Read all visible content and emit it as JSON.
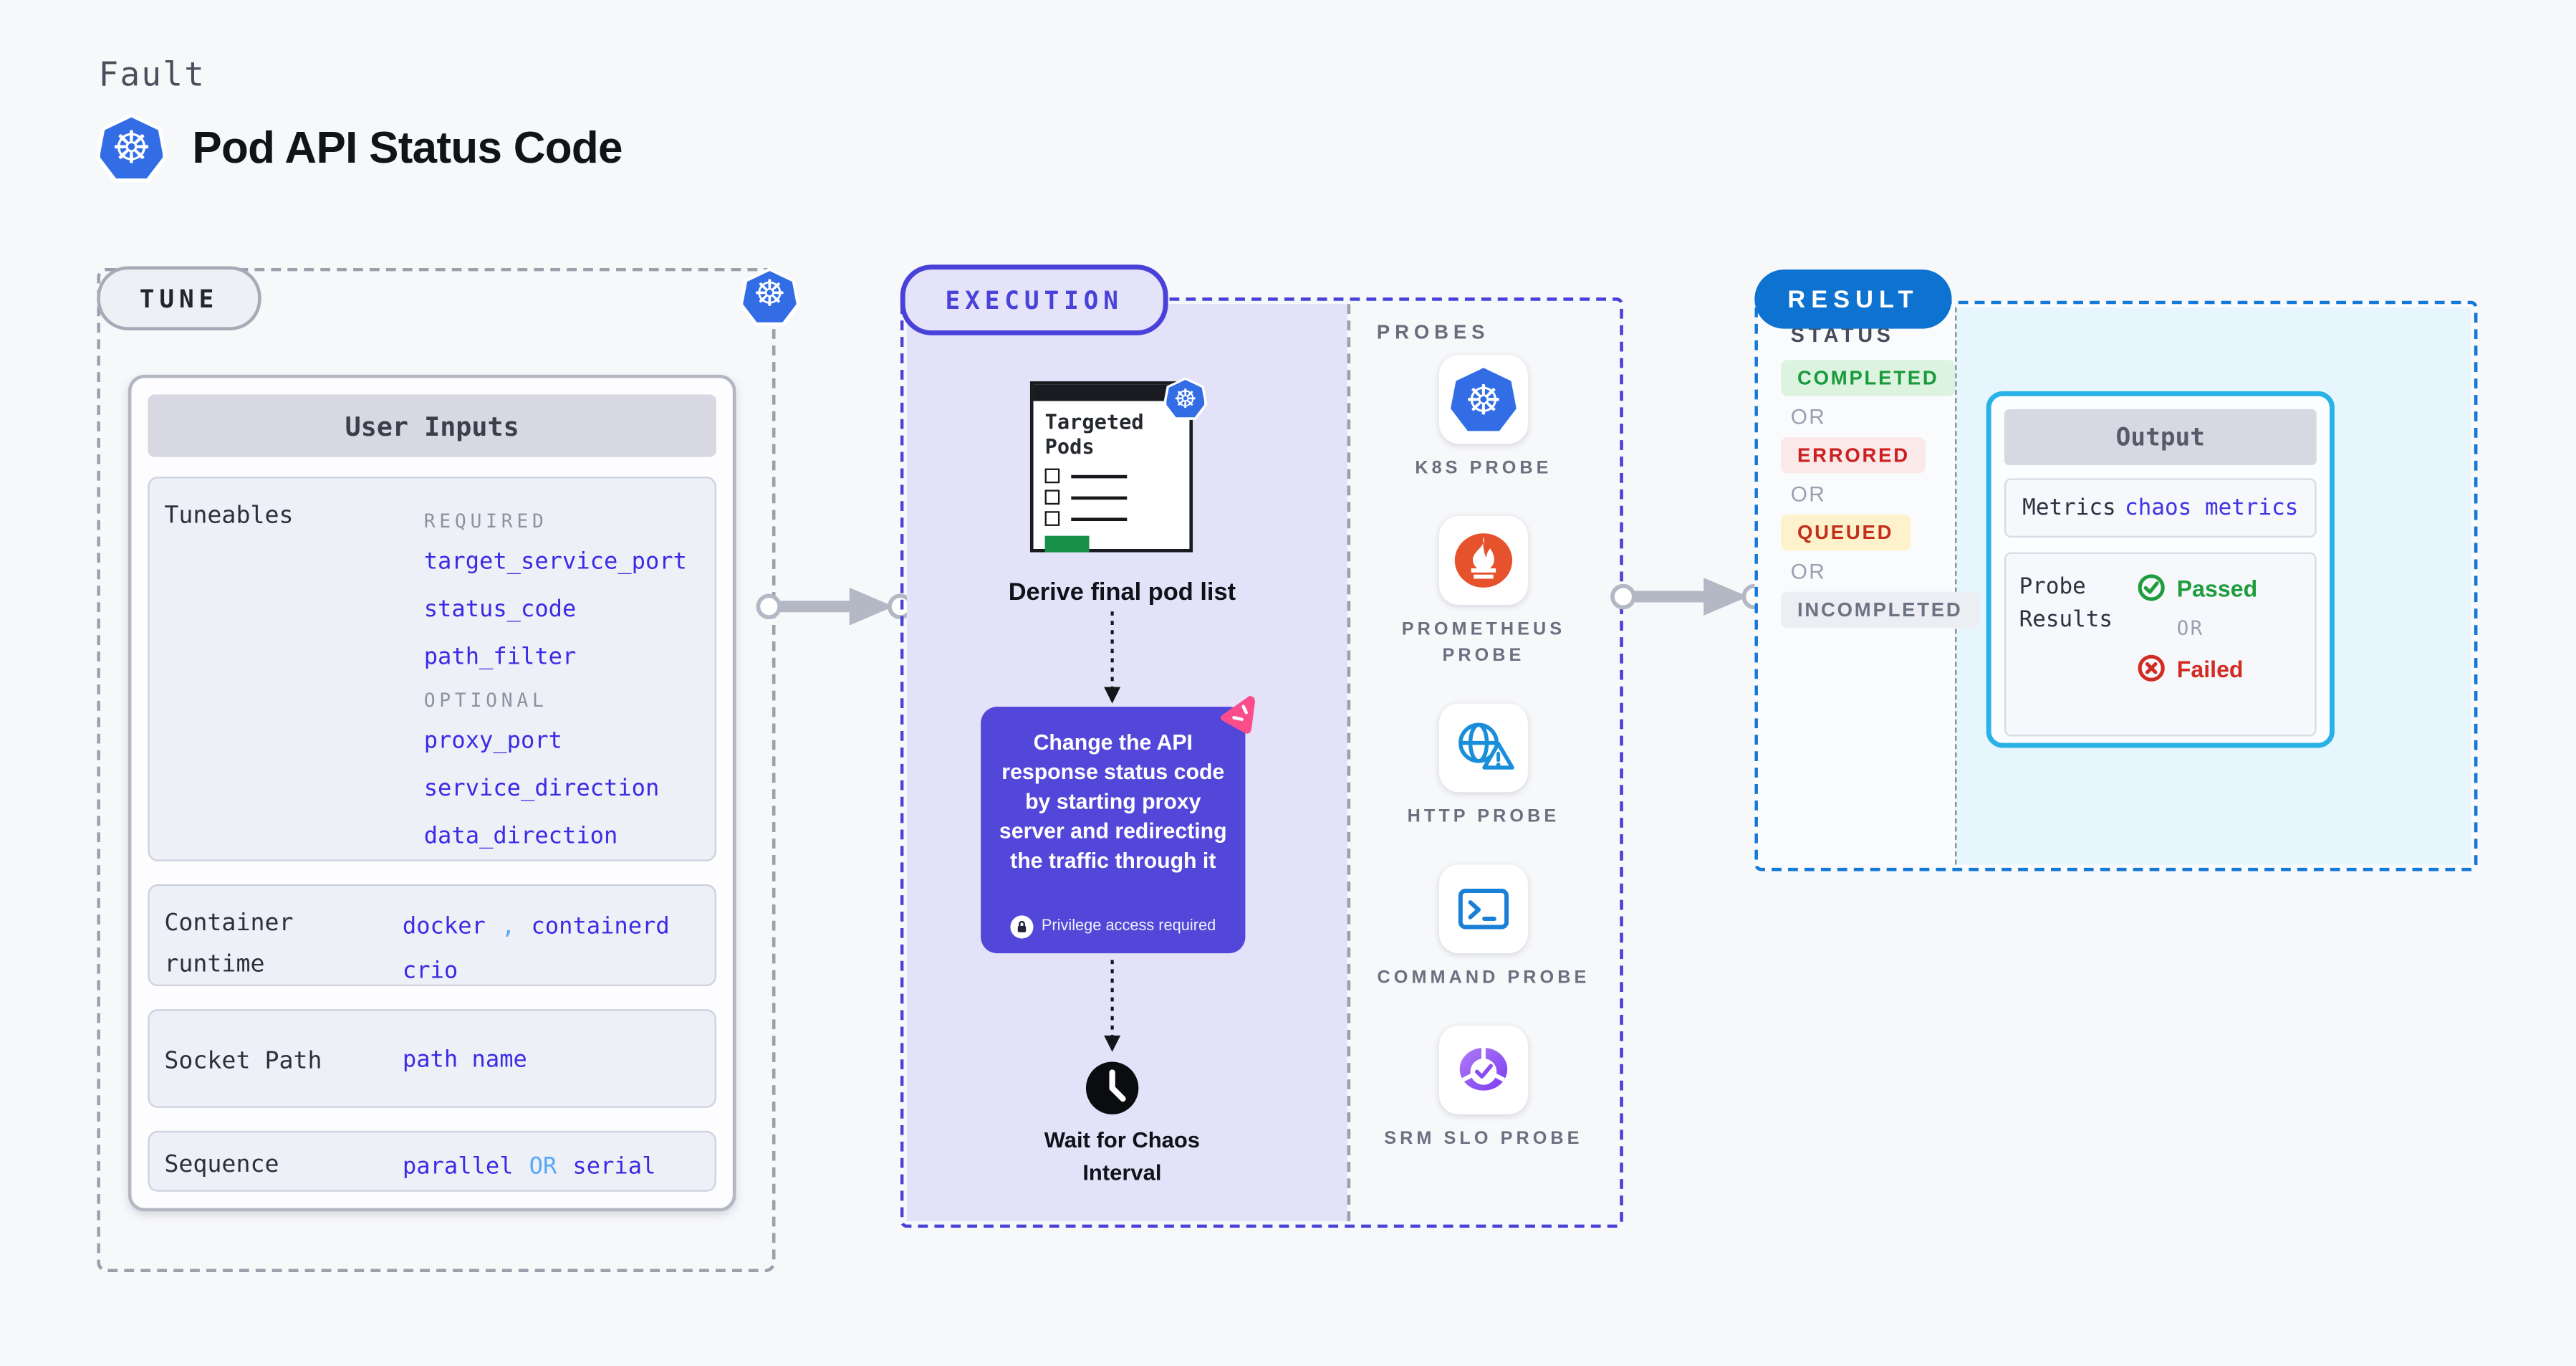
{
  "header": {
    "eyebrow": "Fault",
    "title": "Pod API Status Code"
  },
  "icons": {
    "kubernetes_glyph": "☸"
  },
  "colors": {
    "page_bg": "#f7f8fa",
    "indigo_accent": "#4a42d8",
    "note_bg": "#5247d9",
    "result_blue": "#0d72d0",
    "result_dash": "#1478d9",
    "output_border": "#29b2e8",
    "value_blue": "#3a2be4",
    "light_blue": "#57a9f7",
    "k8s_blue": "#326de6",
    "green": "#1f9c3d",
    "red": "#d22b22",
    "badge_green": "#dcf3e0",
    "badge_red": "#fbe9e9",
    "badge_yellow": "#fdf2cc",
    "badge_gray": "#eceef4",
    "arrow_gray": "#b4b8c5",
    "pink": "#fb4d8c",
    "pod_green": "#189148"
  },
  "tune": {
    "label": "TUNE",
    "card_header": "User Inputs",
    "tuneables": {
      "label": "Tuneables",
      "required_label": "REQUIRED",
      "required": [
        "target_service_port",
        "status_code",
        "path_filter"
      ],
      "optional_label": "OPTIONAL",
      "optional": [
        "proxy_port",
        "service_direction",
        "data_direction"
      ]
    },
    "container_runtime": {
      "label": "Container runtime",
      "value_a": "docker",
      "separator": ",",
      "value_b": "containerd",
      "value_c": "crio"
    },
    "socket_path": {
      "label": "Socket Path",
      "value": "path name"
    },
    "sequence": {
      "label": "Sequence",
      "value_a": "parallel",
      "or": "OR",
      "value_b": "serial"
    }
  },
  "execution": {
    "label": "EXECUTION",
    "targeted_pods_title": "Targeted Pods",
    "derive_label": "Derive final pod list",
    "note_text": "Change the API response status code by starting proxy server and redirecting the traffic through it",
    "privilege_label": "Privilege access required",
    "wait_label": "Wait for Chaos Interval"
  },
  "probes": {
    "label": "PROBES",
    "items": [
      {
        "name": "K8S PROBE",
        "icon": "kubernetes-icon"
      },
      {
        "name": "PROMETHEUS PROBE",
        "icon": "prometheus-icon"
      },
      {
        "name": "HTTP PROBE",
        "icon": "http-globe-warning-icon"
      },
      {
        "name": "COMMAND PROBE",
        "icon": "terminal-icon"
      },
      {
        "name": "SRM SLO PROBE",
        "icon": "slo-pie-check-icon"
      }
    ]
  },
  "result": {
    "label": "RESULT",
    "status_label": "STATUS",
    "or": "OR",
    "badges": [
      {
        "label": "COMPLETED"
      },
      {
        "label": "ERRORED"
      },
      {
        "label": "QUEUED"
      },
      {
        "label": "INCOMPLETED"
      }
    ],
    "output": {
      "header": "Output",
      "metrics_label": "Metrics",
      "metrics_value": "chaos metrics",
      "probe_results_label": "Probe Results",
      "passed": "Passed",
      "or": "OR",
      "failed": "Failed"
    }
  }
}
